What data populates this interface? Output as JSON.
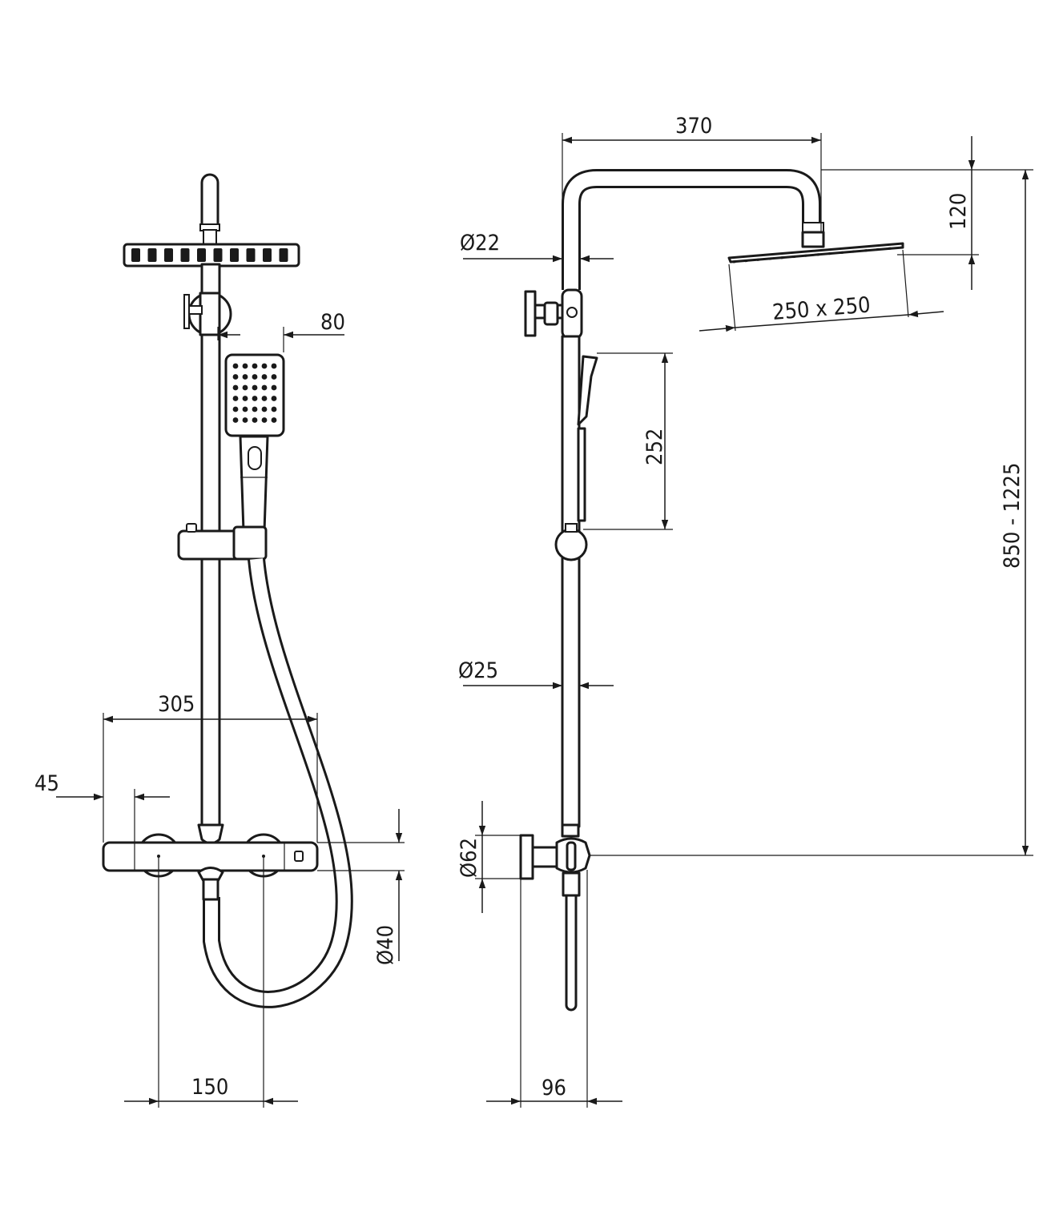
{
  "drawing": {
    "front_view": {
      "dimensions": {
        "handshower_offset": "80",
        "mixer_width": "305",
        "mixer_end": "45",
        "connector_spacing": "150",
        "mixer_diameter": "Ø40"
      }
    },
    "side_view": {
      "dimensions": {
        "arm_reach": "370",
        "arm_drop": "120",
        "arm_diameter": "Ø22",
        "head_size": "250 x 250",
        "handshower_length": "252",
        "rail_diameter": "Ø25",
        "total_height": "850 - 1225",
        "flange_diameter": "Ø62",
        "wall_projection": "96"
      }
    }
  }
}
